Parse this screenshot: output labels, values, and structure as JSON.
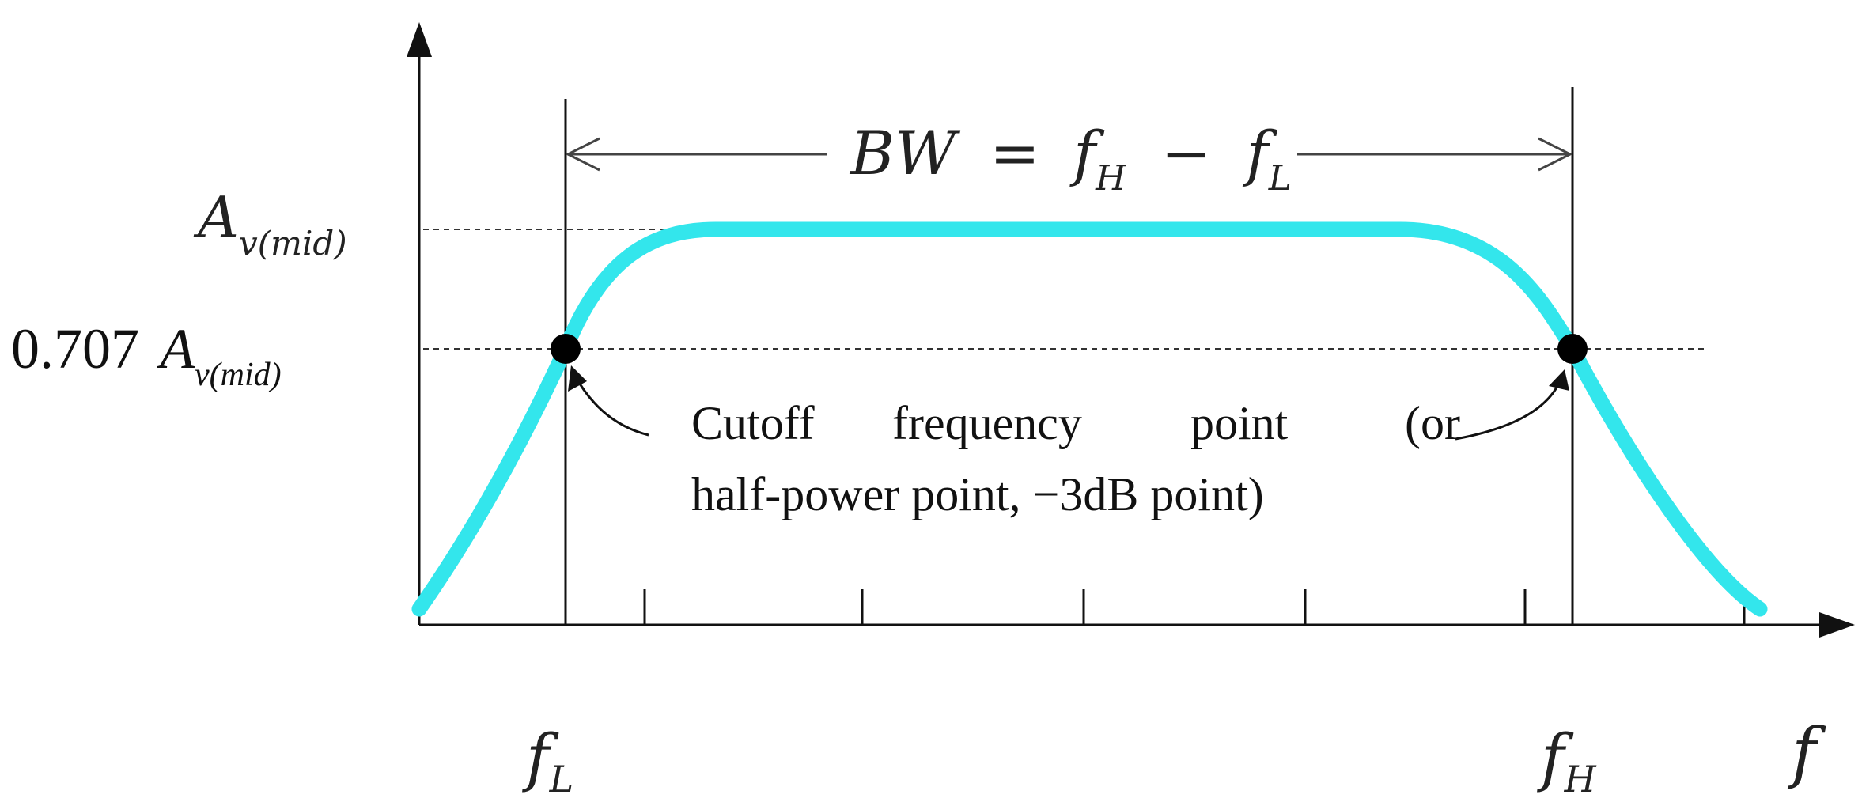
{
  "diagram": {
    "bandwidth": {
      "lhs": "BW",
      "eq": "=",
      "f": "f",
      "sub_h": "H",
      "minus": "−",
      "sub_l": "L"
    },
    "labels": {
      "av_mid": {
        "main": "A",
        "sub": "v(mid)"
      },
      "av_707": {
        "coef": "0.707",
        "main": "A",
        "sub": "v(mid)"
      },
      "fl": {
        "main": "f",
        "sub": "L"
      },
      "fh": {
        "main": "f",
        "sub": "H"
      },
      "f_axis": "f"
    },
    "annotation": {
      "line1_words": [
        "Cutoff",
        "frequency",
        "point",
        "(or"
      ],
      "line2": "half-power point, −3dB point)"
    },
    "colors": {
      "curve": "#33E6EC",
      "axis": "#111111",
      "dashed": "#333333",
      "marker": "#000000"
    }
  }
}
